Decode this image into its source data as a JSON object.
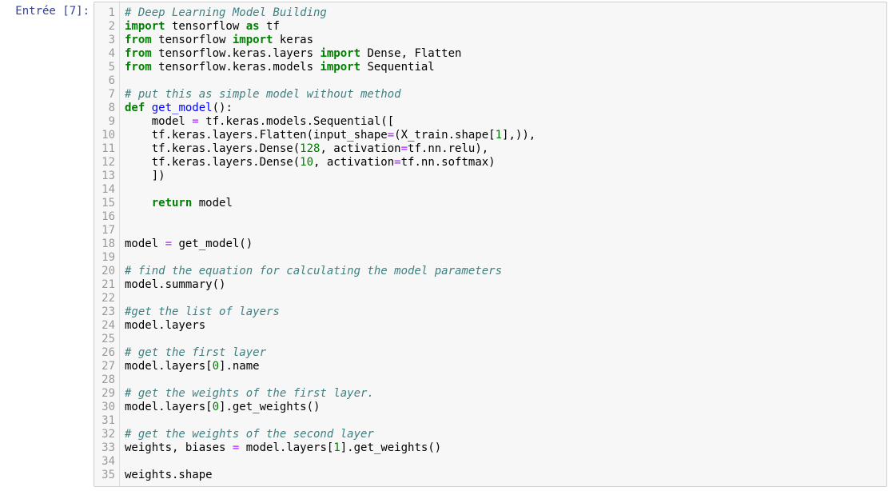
{
  "prompt": "Entrée [7]:",
  "lines": [
    [
      [
        "c",
        "# Deep Learning Model Building"
      ]
    ],
    [
      [
        "k",
        "import"
      ],
      [
        "t",
        " tensorflow "
      ],
      [
        "k",
        "as"
      ],
      [
        "t",
        " tf"
      ]
    ],
    [
      [
        "k",
        "from"
      ],
      [
        "t",
        " tensorflow "
      ],
      [
        "k",
        "import"
      ],
      [
        "t",
        " keras"
      ]
    ],
    [
      [
        "k",
        "from"
      ],
      [
        "t",
        " tensorflow.keras.layers "
      ],
      [
        "k",
        "import"
      ],
      [
        "t",
        " Dense, Flatten"
      ]
    ],
    [
      [
        "k",
        "from"
      ],
      [
        "t",
        " tensorflow.keras.models "
      ],
      [
        "k",
        "import"
      ],
      [
        "t",
        " Sequential"
      ]
    ],
    [],
    [
      [
        "c",
        "# put this as simple model without method"
      ]
    ],
    [
      [
        "k",
        "def"
      ],
      [
        "t",
        " "
      ],
      [
        "f",
        "get_model"
      ],
      [
        "t",
        "():"
      ]
    ],
    [
      [
        "t",
        "    model "
      ],
      [
        "o",
        "="
      ],
      [
        "t",
        " tf.keras.models.Sequential(["
      ]
    ],
    [
      [
        "t",
        "    tf.keras.layers.Flatten(input_shape"
      ],
      [
        "o",
        "="
      ],
      [
        "t",
        "(X_train.shape["
      ],
      [
        "n",
        "1"
      ],
      [
        "t",
        "],)),"
      ]
    ],
    [
      [
        "t",
        "    tf.keras.layers.Dense("
      ],
      [
        "n",
        "128"
      ],
      [
        "t",
        ", activation"
      ],
      [
        "o",
        "="
      ],
      [
        "t",
        "tf.nn.relu),"
      ]
    ],
    [
      [
        "t",
        "    tf.keras.layers.Dense("
      ],
      [
        "n",
        "10"
      ],
      [
        "t",
        ", activation"
      ],
      [
        "o",
        "="
      ],
      [
        "t",
        "tf.nn.softmax)"
      ]
    ],
    [
      [
        "t",
        "    ])"
      ]
    ],
    [],
    [
      [
        "t",
        "    "
      ],
      [
        "k",
        "return"
      ],
      [
        "t",
        " model"
      ]
    ],
    [],
    [],
    [
      [
        "t",
        "model "
      ],
      [
        "o",
        "="
      ],
      [
        "t",
        " get_model()"
      ]
    ],
    [],
    [
      [
        "c",
        "# find the equation for calculating the model parameters"
      ]
    ],
    [
      [
        "t",
        "model.summary()"
      ]
    ],
    [],
    [
      [
        "c",
        "#get the list of layers"
      ]
    ],
    [
      [
        "t",
        "model.layers"
      ]
    ],
    [],
    [
      [
        "c",
        "# get the first layer"
      ]
    ],
    [
      [
        "t",
        "model.layers["
      ],
      [
        "n",
        "0"
      ],
      [
        "t",
        "].name"
      ]
    ],
    [],
    [
      [
        "c",
        "# get the weights of the first layer."
      ]
    ],
    [
      [
        "t",
        "model.layers["
      ],
      [
        "n",
        "0"
      ],
      [
        "t",
        "].get_weights()"
      ]
    ],
    [],
    [
      [
        "c",
        "# get the weights of the second layer"
      ]
    ],
    [
      [
        "t",
        "weights, biases "
      ],
      [
        "o",
        "="
      ],
      [
        "t",
        " model.layers["
      ],
      [
        "n",
        "1"
      ],
      [
        "t",
        "].get_weights()"
      ]
    ],
    [],
    [
      [
        "t",
        "weights.shape"
      ]
    ]
  ]
}
